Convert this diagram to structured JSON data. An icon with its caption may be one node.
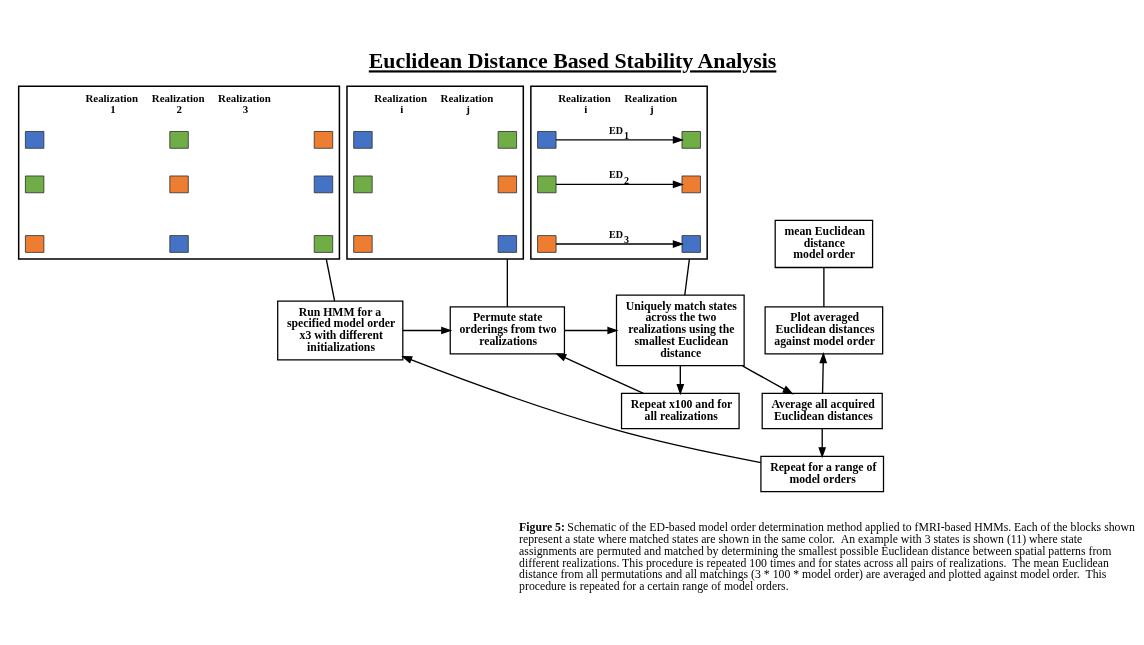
{
  "diagram": {
    "title": "Euclidean Distance Based Stability Analysis",
    "caption": "**Figure 5:** Schematic of the ED-based model order determination method applied to fMRI-based HMMs. Each of the blocks shown represent a state where matched states are shown in the same color.  An example with 3 states is shown (11) where state assignments are permuted and matched by determining the smallest possible Euclidean distance between spatial patterns from different realizations. This procedure is repeated 100 times and for states across all pairs of realizations.  The mean Euclidean distance from all permutations and all matchings (3 * 100 * model order) are averaged and plotted against model order.  This procedure is repeated for a certain range of model orders.",
    "nodes": [
      {
        "text": [
          "Realization 1",
          "Realization 2",
          "Realization 3"
        ]
      },
      {
        "text": [],
        "shape": "box",
        "in": 0
      },
      {
        "text": [],
        "shape": "box",
        "in": 0
      },
      {
        "text": [],
        "shape": "box",
        "in": 0
      },
      {
        "text": [],
        "shape": "box",
        "in": 0
      },
      {
        "text": [],
        "shape": "box",
        "in": 0
      },
      {
        "text": [],
        "shape": "box",
        "in": 0
      },
      {
        "text": [],
        "shape": "box",
        "in": 0
      },
      {
        "text": [],
        "shape": "box",
        "in": 0
      },
      {
        "text": [],
        "shape": "box",
        "in": 0
      },
      {
        "text": [
          "Realization i",
          "Realization j"
        ]
      },
      {
        "text": [],
        "shape": "box",
        "in": 10
      },
      {
        "text": [],
        "shape": "box",
        "in": 10
      },
      {
        "text": [],
        "shape": "box",
        "in": 10
      },
      {
        "text": [],
        "shape": "box",
        "in": 10
      },
      {
        "text": [],
        "shape": "box",
        "in": 10
      },
      {
        "text": [],
        "shape": "box",
        "in": 10
      },
      {
        "text": [
          "Realization i",
          "Realization j"
        ]
      },
      {
        "text": [],
        "shape": "box",
        "in": 17
      },
      {
        "text": [],
        "shape": "box",
        "in": 17
      },
      {
        "text": [],
        "shape": "box",
        "in": 17
      },
      {
        "text": [],
        "shape": "box",
        "in": 17
      },
      {
        "text": [],
        "shape": "box",
        "in": 17
      },
      {
        "text": [],
        "shape": "box",
        "in": 17
      },
      {
        "text": [
          "mean Euclidean distance",
          "model order"
        ]
      },
      {
        "text": [
          "Run HMM for a specified model order x3 with different initializations"
        ]
      },
      {
        "text": [
          "Permute state orderings from two realizations"
        ]
      },
      {
        "text": [
          "Uniquely match states across the two realizations using the smallest Euclidean distance"
        ]
      },
      {
        "text": [
          "Average all acquired Euclidean distances"
        ]
      },
      {
        "text": [
          "Plot averaged Euclidean distances against model order"
        ]
      },
      {
        "text": [
          "Repeat x100 and for all realizations"
        ]
      },
      {
        "text": [
          "Repeat for a range of model orders"
        ]
      }
    ],
    "edges": [
      {
        "from": 18,
        "to": 21,
        "label": "ED$_{1}$",
        "arrow": "to"
      },
      {
        "from": 19,
        "to": 22,
        "label": "ED$_{2}$",
        "arrow": "to"
      },
      {
        "from": 20,
        "to": 23,
        "label": "ED$_{3}$",
        "arrow": "to"
      },
      {
        "from": 0,
        "to": 25,
        "arrow": "none"
      },
      {
        "from": 10,
        "to": 26,
        "arrow": "none"
      },
      {
        "from": 17,
        "to": 27,
        "arrow": "none"
      },
      {
        "from": 24,
        "to": 29,
        "arrow": "none"
      },
      {
        "from": 25,
        "to": 26,
        "arrow": "to"
      },
      {
        "from": 26,
        "to": 27,
        "arrow": "to"
      },
      {
        "from": 27,
        "to": 28,
        "arrow": "to"
      },
      {
        "from": 28,
        "to": 29,
        "arrow": "to"
      },
      {
        "from": 27,
        "to": 30,
        "arrow": "to"
      },
      {
        "from": 30,
        "to": 26,
        "arrow": "to"
      },
      {
        "from": 28,
        "to": 31,
        "arrow": "to"
      },
      {
        "from": 31,
        "to": 25,
        "arrow": "to"
      }
    ]
  }
}
